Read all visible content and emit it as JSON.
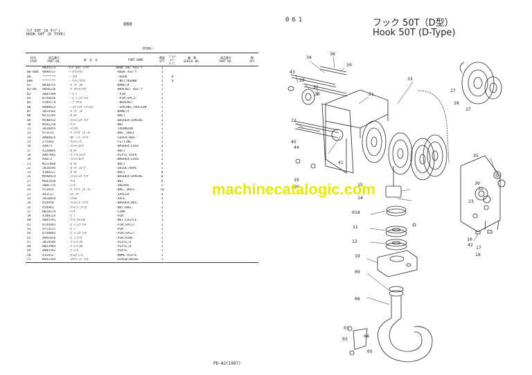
{
  "left_page": {
    "page_number": "060",
    "title_jp": "ﾌｯｸ 50T (D ﾀｲﾌﾟ)",
    "title_en": "HOOK 50T (D TYPE)",
    "table_code": "0709-",
    "headers": {
      "item": "符号\nITEM",
      "part_no": "部品番号\nPART NO.",
      "part_name_jp": "部　品　名",
      "part_name_en": "PART NAME",
      "qty": "数量\nQTY",
      "block": "ﾌﾞﾛｯｸ\nｺｰﾄﾞ\nS.C.",
      "serial": "機　番\nSERIAL NO.",
      "replaceable": "互 換 部 品\nREPLACEABLE PART",
      "rep_part_no": "部品番号\nPART NO.",
      "rep_qty": "数\nQTY"
    },
    "rows": [
      {
        "item": "",
        "part_no": "9035573",
        "jp": "ﾌｯｸ 50T ｱｯｾﾝ",
        "en": "HOOK 50T ASS'Y",
        "qty": "1",
        "mk": ""
      },
      {
        "item": "00-006",
        "part_no": "9098517",
        "jp": "・ﾌｯｸｱｯｾﾝ",
        "en": "·HOOK ASS'Y",
        "qty": "1",
        "mk": ""
      },
      {
        "item": "00",
        "part_no": "*******",
        "jp": "··ﾌｯｸ",
        "en": "··HOOK",
        "qty": "1",
        "mk": "D"
      },
      {
        "item": "006",
        "part_no": "*******",
        "jp": "··ﾅｯﾄ;ﾗｳﾝﾄﾞ",
        "en": "··NUT;ROUND",
        "qty": "1",
        "mk": "D"
      },
      {
        "item": "01",
        "part_no": "8838255",
        "jp": "·ﾊﾞﾝﾄﾞ;B",
        "en": "·BAND;B",
        "qty": "1",
        "mk": ""
      },
      {
        "item": "02-06",
        "part_no": "9858316",
        "jp": "·ﾌﾞﾗｹｯﾄｱｯｾﾝ",
        "en": "·BRACKET ASS'Y",
        "qty": "1",
        "mk": ""
      },
      {
        "item": "02",
        "part_no": "4885589",
        "jp": "··ﾋﾟﾝ",
        "en": "··PIN",
        "qty": "1",
        "mk": ""
      },
      {
        "item": "03",
        "part_no": "8744656",
        "jp": "··ﾋﾟﾝ;ｽﾌﾟﾘｯﾄ",
        "en": "··PIN;SPLIT",
        "qty": "2",
        "mk": ""
      },
      {
        "item": "05",
        "part_no": "9709174",
        "jp": "··ﾌﾞﾗｹｯﾄ",
        "en": "··BRACKET",
        "qty": "1",
        "mk": ""
      },
      {
        "item": "06",
        "part_no": "4888023",
        "jp": "··ｽﾌﾟﾘﾝｸﾞ;ﾄｰｼｮﾝ",
        "en": "··SPRING;TORSION",
        "qty": "1",
        "mk": ""
      },
      {
        "item": "07",
        "part_no": "3814582",
        "jp": "·ﾊﾞﾝﾄﾞ;A",
        "en": "·BAND;A",
        "qty": "1",
        "mk": ""
      },
      {
        "item": "08",
        "part_no": "M211245",
        "jp": "·ﾎﾞﾙﾄ",
        "en": "·BOLT",
        "qty": "2",
        "mk": ""
      },
      {
        "item": "09",
        "part_no": "M590912",
        "jp": "·ﾜｯｼｬ;ｽﾌﾟﾘﾝｸﾞ",
        "en": "·WASHER;SPRING",
        "qty": "2",
        "mk": ""
      },
      {
        "item": "10",
        "part_no": "M581210",
        "jp": "·ﾅｯﾄ",
        "en": "·NUT",
        "qty": "2",
        "mk": ""
      },
      {
        "item": "11",
        "part_no": "3818855",
        "jp": "·ﾄﾗﾆｵﾝ",
        "en": "·TRUNNION",
        "qty": "1",
        "mk": ""
      },
      {
        "item": "13",
        "part_no": "973141",
        "jp": "·ﾍﾞｱﾘﾝｸﾞ;ﾎﾞｰﾙ",
        "en": "·BRG.;BALL",
        "qty": "1",
        "mk": ""
      },
      {
        "item": "14",
        "part_no": "4888025",
        "jp": "·ｶﾊﾞｰ;ﾍﾞｱﾘﾝｸﾞ",
        "en": "·COVER;BRG.",
        "qty": "1",
        "mk": ""
      },
      {
        "item": "15",
        "part_no": "J75481",
        "jp": "·ﾌｨｯﾃｨﾝｸﾞ",
        "en": "·FITTING",
        "qty": "1",
        "mk": ""
      },
      {
        "item": "16",
        "part_no": "X4873",
        "jp": "·ﾜｯｼｬ;ﾛｯｸ",
        "en": "·WASHER;LOCK",
        "qty": "3",
        "mk": ""
      },
      {
        "item": "17",
        "part_no": "4128045",
        "jp": "·ﾎﾞﾙﾄ",
        "en": "·BOLT",
        "qty": "2",
        "mk": ""
      },
      {
        "item": "18",
        "part_no": "4087892",
        "jp": "·ﾌﾟﾚｰﾄ;ﾛｯｸ",
        "en": "·PLATE;LOCK",
        "qty": "2",
        "mk": ""
      },
      {
        "item": "19",
        "part_no": "X4873",
        "jp": "·ﾜｯｼｬ;ﾛｯｸ",
        "en": "·WASHER;LOCK",
        "qty": "2",
        "mk": ""
      },
      {
        "item": "21",
        "part_no": "M212040",
        "jp": "·ﾎﾞﾙﾄ",
        "en": "·BOLT",
        "qty": "4",
        "mk": ""
      },
      {
        "item": "22",
        "part_no": "3818595",
        "jp": "·ｶﾞｲﾄﾞ;ﾛｰﾌﾟ",
        "en": "·GUIDE;ROPE",
        "qty": "1",
        "mk": ""
      },
      {
        "item": "23",
        "part_no": "4108227",
        "jp": "·ﾎﾞﾙﾄ",
        "en": "·BOLT",
        "qty": "8",
        "mk": ""
      },
      {
        "item": "25",
        "part_no": "M590924",
        "jp": "·ﾜｯｼｬ;ｽﾌﾟﾘﾝｸﾞ",
        "en": "·WASHER;SPRING",
        "qty": "8",
        "mk": ""
      },
      {
        "item": "27",
        "part_no": "M582419",
        "jp": "·ﾅｯﾄ",
        "en": "·NUT",
        "qty": "8",
        "mk": ""
      },
      {
        "item": "31",
        "part_no": "3801775",
        "jp": "·ｼｰﾌﾞ",
        "en": "·SHEAVE",
        "qty": "5",
        "mk": ""
      },
      {
        "item": "33",
        "part_no": "973455",
        "jp": "·ﾍﾞｱﾘﾝｸﾞ;ﾎﾞｰﾙ",
        "en": "·BRG.;BALL",
        "qty": "10",
        "mk": ""
      },
      {
        "item": "37",
        "part_no": "443117",
        "jp": "·ｽﾍﾟｰｻ",
        "en": "·SPACER",
        "qty": "4",
        "mk": ""
      },
      {
        "item": "33",
        "part_no": "3818854",
        "jp": "·ｱｸｽﾙ",
        "en": "·AXLE",
        "qty": "1",
        "mk": ""
      },
      {
        "item": "34",
        "part_no": "454958",
        "jp": "·ﾜｯｼｬ;ﾍﾞｱﾘﾝｸﾞ",
        "en": "·WASHER;BRG.",
        "qty": "1",
        "mk": ""
      },
      {
        "item": "35",
        "part_no": "454961",
        "jp": "·ﾅｯﾄ;ﾍﾞｱﾘﾝｸﾞ",
        "en": "·NUT;BRG.",
        "qty": "1",
        "mk": ""
      },
      {
        "item": "37",
        "part_no": "8818574",
        "jp": "·ﾘﾝｸ",
        "en": "·LINK",
        "qty": "1",
        "mk": ""
      },
      {
        "item": "39",
        "part_no": "4108224",
        "jp": "·ﾋﾟﾝ",
        "en": "·PIN",
        "qty": "1",
        "mk": ""
      },
      {
        "item": "40",
        "part_no": "4085591",
        "jp": "·ﾅｯﾄ;ｷｬｯｽﾙ",
        "en": "·NUT;CASTLE",
        "qty": "1",
        "mk": ""
      },
      {
        "item": "41",
        "part_no": "8744843",
        "jp": "·ﾋﾟﾝ;ｽﾌﾟﾘｯﾄ",
        "en": "·PIN;SPLIT",
        "qty": "1",
        "mk": ""
      },
      {
        "item": "43",
        "part_no": "9713517",
        "jp": "·ﾋﾟﾝ",
        "en": "·PIN",
        "qty": "1",
        "mk": ""
      },
      {
        "item": "44",
        "part_no": "8748045",
        "jp": "·ﾋﾟﾝ;ｽﾌﾟﾘｯﾄ",
        "en": "·PIN;SPLIT",
        "qty": "1",
        "mk": ""
      },
      {
        "item": "45",
        "part_no": "4891834",
        "jp": "·ﾋﾟﾝ;ﾘﾝｸﾞ",
        "en": "·PIN;RING",
        "qty": "1",
        "mk": ""
      },
      {
        "item": "47",
        "part_no": "3814585",
        "jp": "·ﾌﾟﾚｰﾄ;A",
        "en": "·PLATE;A",
        "qty": "1",
        "mk": ""
      },
      {
        "item": "48",
        "part_no": "8853983",
        "jp": "·ﾌﾟﾚｰﾄ;B",
        "en": "·PLATE;B",
        "qty": "1",
        "mk": ""
      },
      {
        "item": "49",
        "part_no": "4085592",
        "jp": "·ﾌﾟﾚｰﾄ",
        "en": "·PLATE",
        "qty": "1",
        "mk": ""
      },
      {
        "item": "50",
        "part_no": "435452",
        "jp": "·ﾈｰﾑﾌﾟﾚｰﾄ",
        "en": "·NAME-PLATE",
        "qty": "1",
        "mk": ""
      },
      {
        "item": "51",
        "part_no": "M492544",
        "jp": "·ｽｸﾘｭｰ;ﾄﾞﾗｲﾌﾞ",
        "en": "·SCREW;DRIVE",
        "qty": "1",
        "mk": ""
      }
    ],
    "footer": "PD-A2(1987)"
  },
  "right_page": {
    "page_number": "061",
    "title_jp": "フック 50T（D型）",
    "title_en": "Hook 50T (D-Type)",
    "callouts": [
      "34",
      "38",
      "39",
      "43",
      "29",
      "36",
      "30",
      "33",
      "21",
      "27",
      "28",
      "27",
      "22",
      "45",
      "44",
      "41",
      "19",
      "20",
      "35",
      "30",
      "31",
      "23",
      "15",
      "14",
      "01A",
      "11",
      "13",
      "10",
      "42",
      "17",
      "18",
      "19",
      "09",
      "08",
      "01",
      "03",
      "04",
      "05"
    ]
  },
  "watermark": "machinecatalogic.com"
}
